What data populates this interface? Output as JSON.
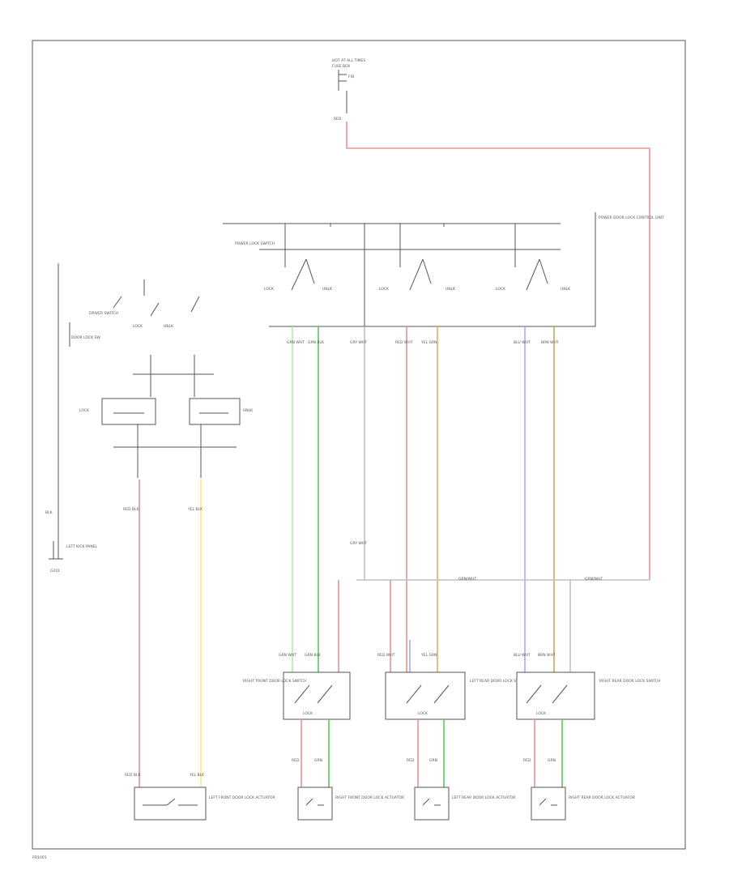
{
  "colors": {
    "frame": "#555555",
    "red": "#f09090",
    "yellow": "#f4f080",
    "light_green": "#a8f0a0",
    "green": "#5cc85c",
    "orange": "#f0a860",
    "blue": "#a8a8f4",
    "tan": "#c8a860",
    "gray": "#c0c0c0"
  },
  "labels": {
    "hot_at_all_times": "HOT AT ALL TIMES",
    "fuse_box": "FUSE BOX",
    "fuse_details": "F/B",
    "wire_red_top": "RED",
    "power_door_lock_control_unit": "POWER DOOR LOCK CONTROL UNIT",
    "power_lock_switch": "POWER LOCK SWITCH",
    "lock_1": "LOCK",
    "unlock_1": "UNLK",
    "lock_2": "LOCK",
    "unlock_2": "UNLK",
    "lock_3": "LOCK",
    "unlock_3": "UNLK",
    "driver_switch_title": "DRIVER SWITCH",
    "door_lock_switch": "DOOR LOCK SW",
    "lock_switch": "LOCK",
    "unlock_switch": "UNLK",
    "dlm_lock": "LOCK",
    "dlm_unlock": "UNLK",
    "ground_left": "BLK",
    "ground_desc": "LEFT KICK PANEL",
    "ground_g": "G201",
    "ground_mid": "GRN/WHT",
    "ground_right": "GRN/WHT",
    "wire_cu_1": "GRN WHT",
    "wire_cu_2": "GRN BLK",
    "wire_cu_3": "GRY WHT",
    "wire_cu_4": "RED WHT",
    "wire_cu_5": "YEL GRN",
    "wire_cu_6": "BLU WHT",
    "wire_cu_7": "BRN WHT",
    "wire_drv_red": "RED BLK",
    "wire_drv_yel": "YEL BLK",
    "wire_mid_gray": "GRY WHT",
    "wire_sw_1a": "GRN WHT",
    "wire_sw_1b": "GRN BLK",
    "wire_sw_2a": "RED WHT",
    "wire_sw_2b": "YEL GRN",
    "wire_sw_3a": "BLU WHT",
    "wire_sw_3b": "BRN WHT",
    "switch_1_title": "RIGHT FRONT DOOR LOCK SWITCH",
    "switch_2_title": "LEFT REAR DOOR LOCK SWITCH",
    "switch_3_title": "RIGHT REAR DOOR LOCK SWITCH",
    "sw1_lock": "LOCK",
    "sw2_lock": "LOCK",
    "sw3_lock": "LOCK",
    "wire_red_1": "RED",
    "wire_grn_1": "GRN",
    "wire_red_2": "RED",
    "wire_grn_2": "GRN",
    "wire_red_3": "RED",
    "wire_grn_3": "GRN",
    "wire_act_red_1": "RED BLK",
    "wire_act_yel_1": "YEL BLK",
    "actuator_1": "LEFT FRONT DOOR LOCK ACTUATOR",
    "actuator_2": "RIGHT FRONT DOOR LOCK ACTUATOR",
    "actuator_3": "LEFT REAR DOOR LOCK ACTUATOR",
    "actuator_4": "RIGHT REAR DOOR LOCK ACTUATOR",
    "footer": "PD1001"
  }
}
